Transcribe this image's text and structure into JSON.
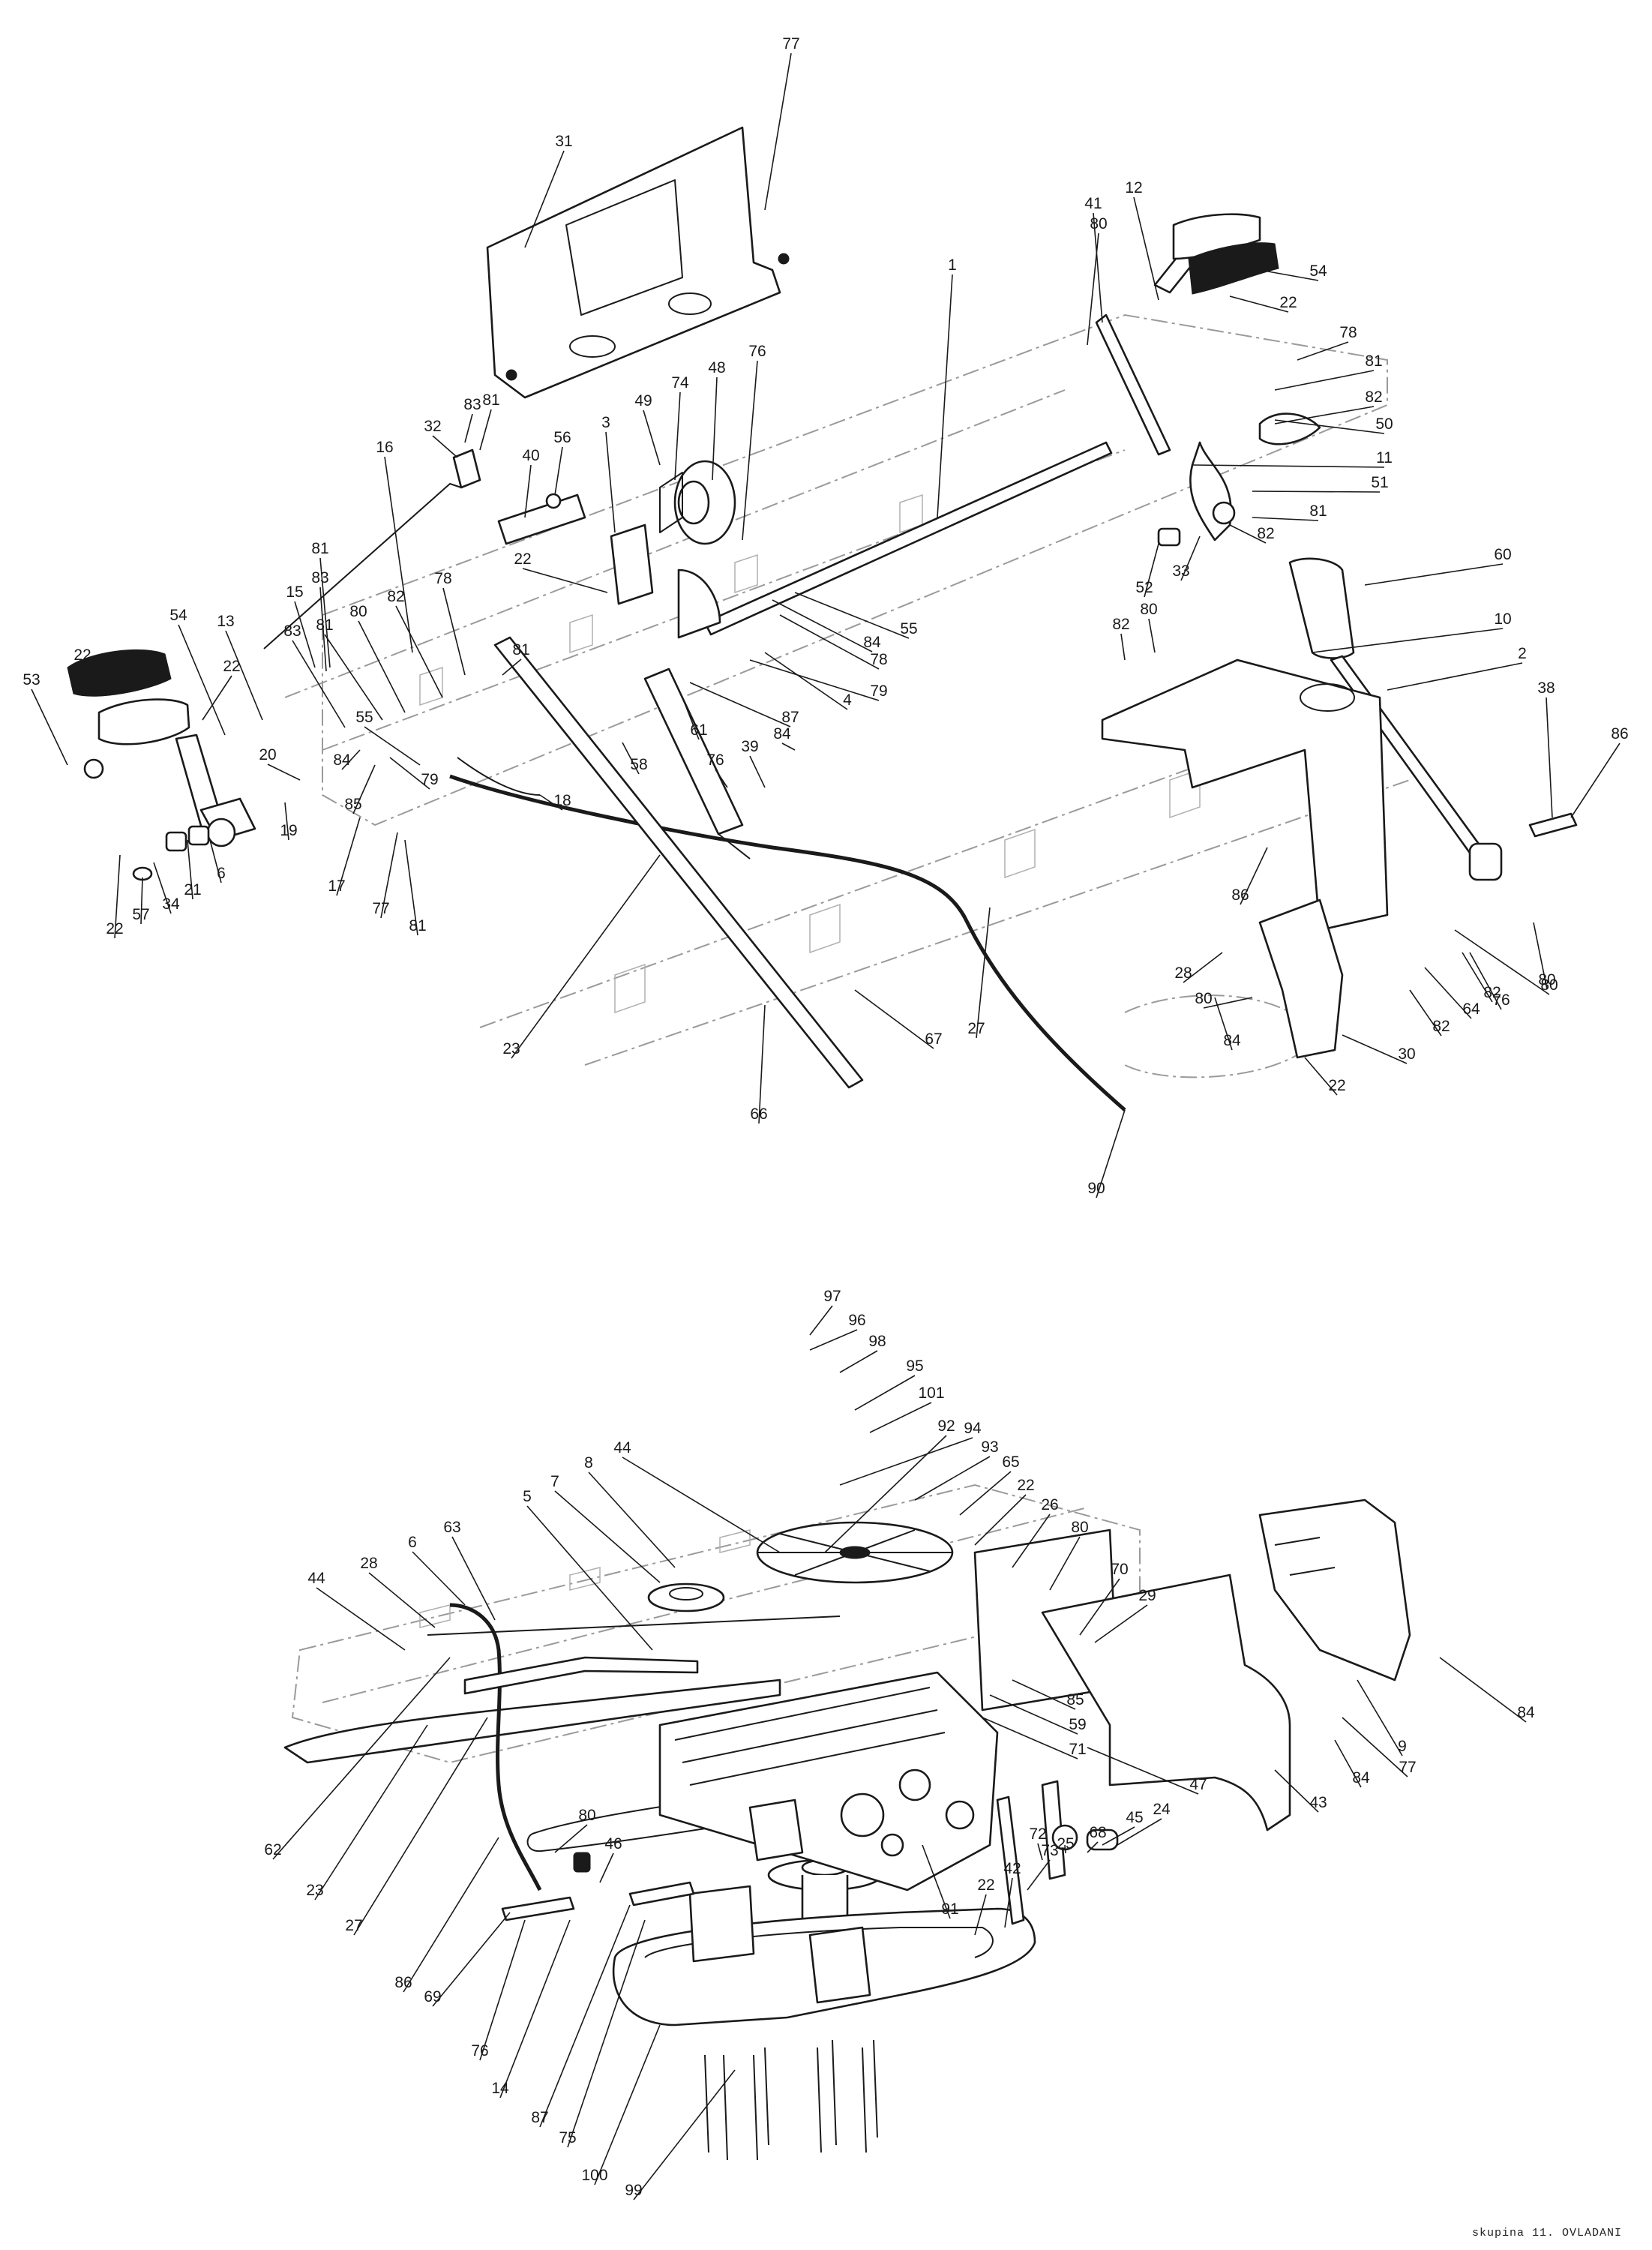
{
  "footer": {
    "caption": "skupina 11.  OVLADANI"
  },
  "callouts": {
    "top": [
      "77",
      "31",
      "1",
      "12",
      "41",
      "80",
      "54",
      "22",
      "78",
      "81",
      "82",
      "50",
      "11",
      "51",
      "81",
      "82",
      "33",
      "52",
      "60",
      "10",
      "2",
      "38",
      "86",
      "80",
      "82",
      "16",
      "32",
      "83",
      "81",
      "56",
      "40",
      "3",
      "49",
      "74",
      "48",
      "76",
      "22",
      "55",
      "84",
      "78",
      "4",
      "79",
      "87",
      "84",
      "39",
      "76",
      "61",
      "58",
      "18",
      "81",
      "78",
      "82",
      "80",
      "81",
      "83",
      "15",
      "83",
      "81",
      "13",
      "54",
      "22",
      "22",
      "53",
      "55",
      "79",
      "84",
      "85",
      "17",
      "77",
      "81",
      "20",
      "19",
      "6",
      "21",
      "34",
      "57",
      "22",
      "86",
      "28",
      "80",
      "82",
      "64",
      "76",
      "80",
      "30",
      "22",
      "23",
      "27",
      "67",
      "66",
      "90",
      "82",
      "80",
      "84"
    ],
    "bottom": [
      "97",
      "96",
      "98",
      "95",
      "101",
      "94",
      "93",
      "92",
      "44",
      "8",
      "7",
      "5",
      "65",
      "22",
      "26",
      "80",
      "70",
      "29",
      "63",
      "6",
      "28",
      "44",
      "85",
      "59",
      "71",
      "84",
      "77",
      "9",
      "84",
      "43",
      "47",
      "24",
      "45",
      "68",
      "25",
      "72",
      "73",
      "42",
      "22",
      "91",
      "62",
      "23",
      "27",
      "86",
      "80",
      "46",
      "69",
      "76",
      "14",
      "87",
      "75",
      "100",
      "99"
    ]
  }
}
